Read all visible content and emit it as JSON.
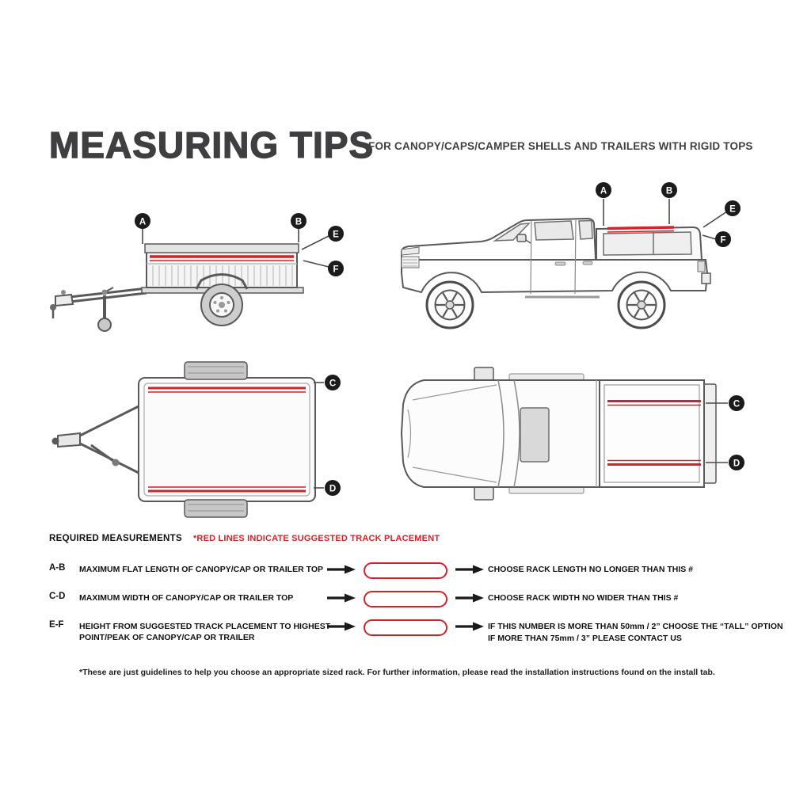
{
  "header": {
    "title": "MEASURING TIPS",
    "subtitle": "FOR CANOPY/CAPS/CAMPER SHELLS AND TRAILERS WITH RIGID TOPS"
  },
  "colors": {
    "track_red": "#D2232A",
    "line_gray": "#58595B",
    "marker_black": "#1B1B1B",
    "title_gray": "#3F3F41"
  },
  "markers": {
    "a": "A",
    "b": "B",
    "c": "C",
    "d": "D",
    "e": "E",
    "f": "F"
  },
  "measurements": {
    "heading": "REQUIRED MEASUREMENTS",
    "note": "*RED LINES INDICATE SUGGESTED TRACK PLACEMENT",
    "rows": [
      {
        "key": "A-B",
        "description": "MAXIMUM  FLAT LENGTH OF CANOPY/CAP OR TRAILER TOP",
        "description2": "",
        "result": "CHOOSE RACK LENGTH NO LONGER THAN THIS #",
        "result2": ""
      },
      {
        "key": "C-D",
        "description": "MAXIMUM  WIDTH OF CANOPY/CAP OR TRAILER TOP",
        "description2": "",
        "result": "CHOOSE RACK WIDTH NO WIDER THAN THIS #",
        "result2": ""
      },
      {
        "key": "E-F",
        "description": "HEIGHT FROM SUGGESTED TRACK PLACEMENT TO HIGHEST",
        "description2": "POINT/PEAK OF CANOPY/CAP OR TRAILER",
        "result": "IF THIS NUMBER IS MORE THAN 50mm / 2” CHOOSE THE “TALL” OPTION",
        "result2": "IF MORE THAN 75mm / 3” PLEASE CONTACT US"
      }
    ],
    "footnote": "*These are just guidelines to help you choose an appropriate sized rack. For further information, please read the installation instructions found on the install tab."
  }
}
